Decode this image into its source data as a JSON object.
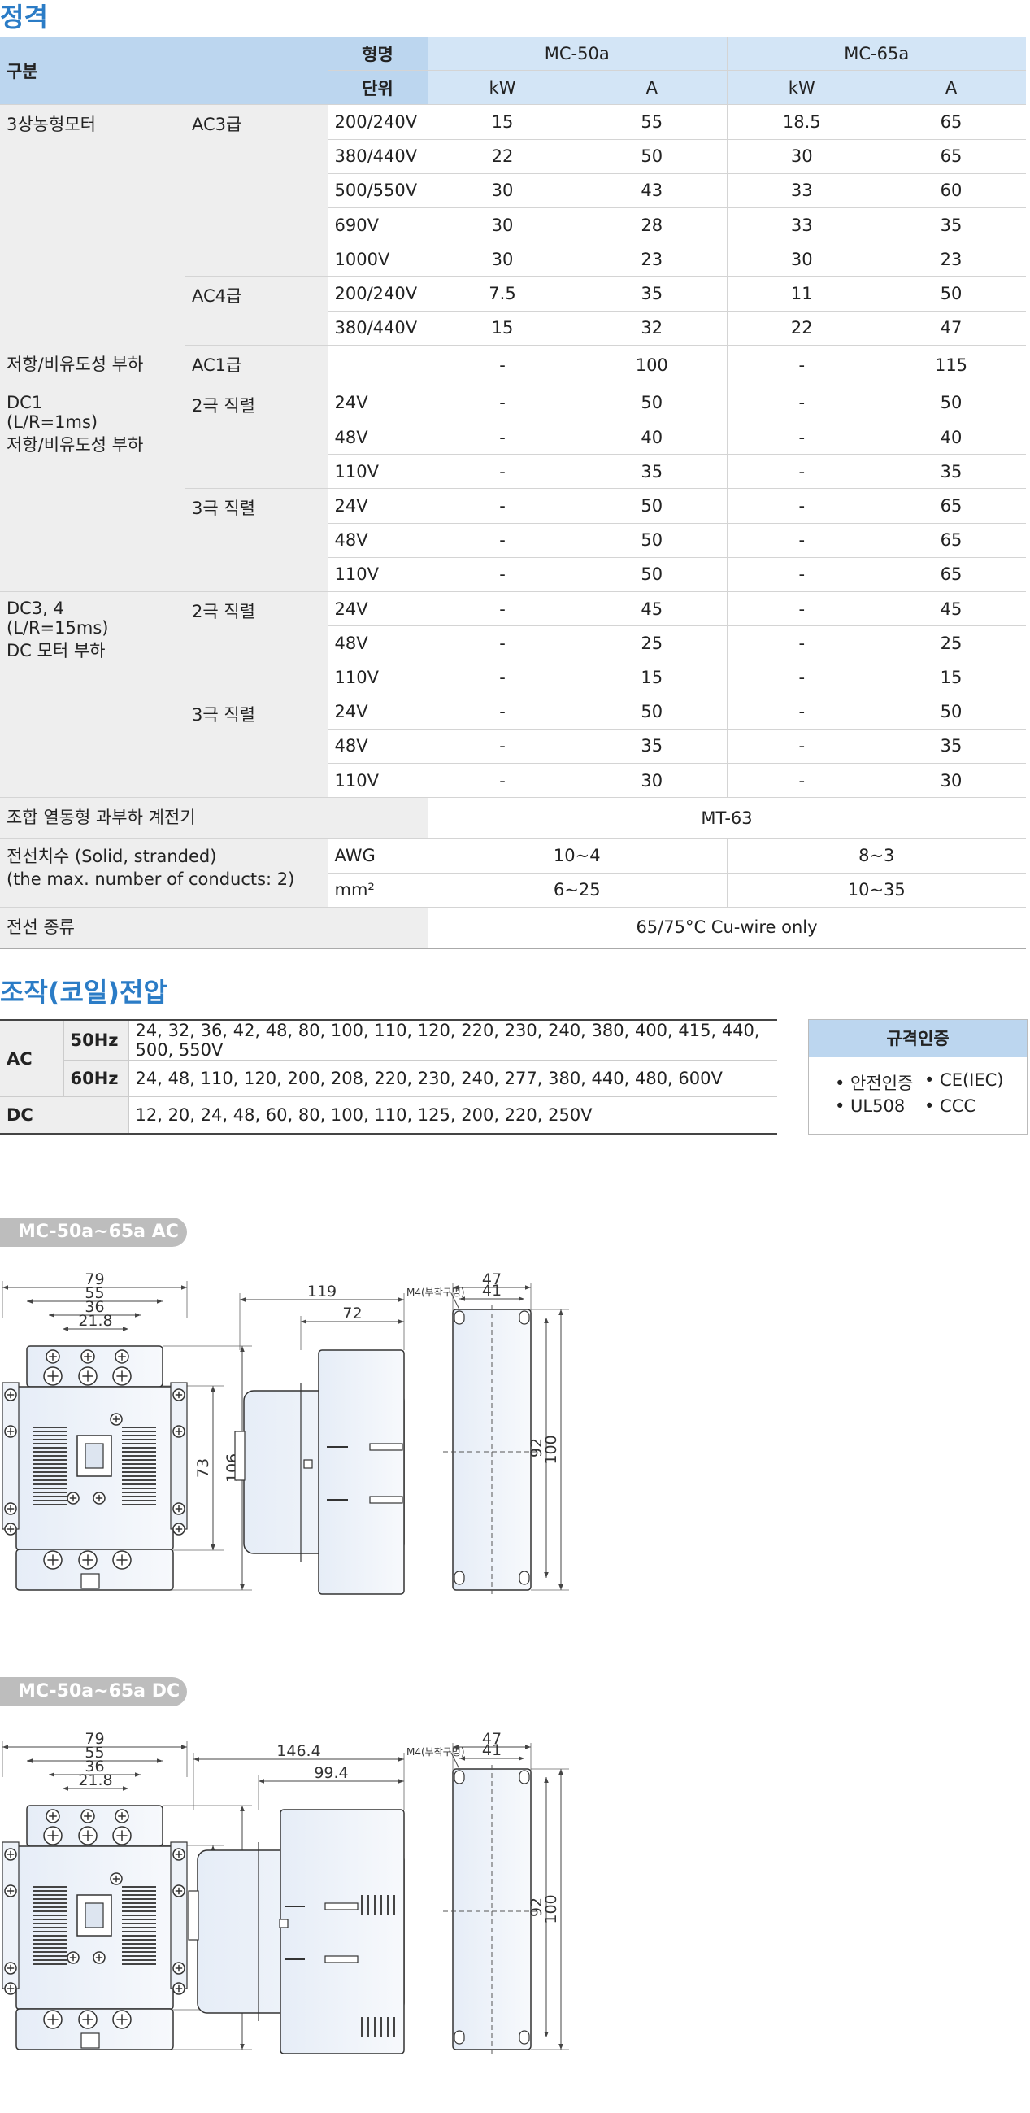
{
  "specs": {
    "title": "정격",
    "header": {
      "category": "구분",
      "model": "형명",
      "unit": "단위",
      "m1": "MC-50a",
      "m2": "MC-65a",
      "kw": "kW",
      "a": "A"
    },
    "rows": {
      "motor": "3상농형모터",
      "ac3": "AC3급",
      "ac4": "AC4급",
      "res": "저항/비유도성 부하",
      "ac1": "AC1급",
      "dc1": "DC1\n(L/R=1ms)\n저항/비유도성 부하",
      "dc34": "DC3, 4\n(L/R=15ms)\nDC 모터 부하",
      "p2": "2극 직렬",
      "p3": "3극 직렬",
      "relay": "조합 열동형 과부하 계전기",
      "relay_val": "MT-63",
      "wire": "전선치수 (Solid, stranded)\n(the max. number of conducts: 2)",
      "awg": "AWG",
      "mm": "mm²",
      "awg1": "10~4",
      "awg2": "8~3",
      "mm1": "6~25",
      "mm2": "10~35",
      "wtype": "전선 종류",
      "wtype_val": "65/75°C Cu-wire only"
    },
    "ac3": [
      [
        "200/240V",
        "15",
        "55",
        "18.5",
        "65"
      ],
      [
        "380/440V",
        "22",
        "50",
        "30",
        "65"
      ],
      [
        "500/550V",
        "30",
        "43",
        "33",
        "60"
      ],
      [
        "690V",
        "30",
        "28",
        "33",
        "35"
      ],
      [
        "1000V",
        "30",
        "23",
        "30",
        "23"
      ]
    ],
    "ac4": [
      [
        "200/240V",
        "7.5",
        "35",
        "11",
        "50"
      ],
      [
        "380/440V",
        "15",
        "32",
        "22",
        "47"
      ]
    ],
    "ac1": [
      "-",
      "100",
      "-",
      "115"
    ],
    "dc1_2": [
      [
        "24V",
        "-",
        "50",
        "-",
        "50"
      ],
      [
        "48V",
        "-",
        "40",
        "-",
        "40"
      ],
      [
        "110V",
        "-",
        "35",
        "-",
        "35"
      ]
    ],
    "dc1_3": [
      [
        "24V",
        "-",
        "50",
        "-",
        "65"
      ],
      [
        "48V",
        "-",
        "50",
        "-",
        "65"
      ],
      [
        "110V",
        "-",
        "50",
        "-",
        "65"
      ]
    ],
    "dc34_2": [
      [
        "24V",
        "-",
        "45",
        "-",
        "45"
      ],
      [
        "48V",
        "-",
        "25",
        "-",
        "25"
      ],
      [
        "110V",
        "-",
        "15",
        "-",
        "15"
      ]
    ],
    "dc34_3": [
      [
        "24V",
        "-",
        "50",
        "-",
        "50"
      ],
      [
        "48V",
        "-",
        "35",
        "-",
        "35"
      ],
      [
        "110V",
        "-",
        "30",
        "-",
        "30"
      ]
    ]
  },
  "coil": {
    "title": "조작(코일)전압",
    "ac": "AC",
    "dc": "DC",
    "hz50": "50Hz",
    "hz60": "60Hz",
    "v50": "24, 32, 36, 42, 48, 80, 100, 110, 120, 220, 230, 240, 380, 400, 415, 440, 500, 550V",
    "v60": "24, 48, 110, 120, 200, 208, 220, 230, 240, 277, 380, 440, 480, 600V",
    "vdc": "12, 20, 24, 48, 60, 80, 100, 110, 125, 200, 220, 250V"
  },
  "cert": {
    "title": "규격인증",
    "i1": "• 안전인증",
    "i2": "• CE(IEC)",
    "i3": "• UL508",
    "i4": "• CCC"
  },
  "drawings": {
    "ac_tag": "MC-50a~65a AC",
    "dc_tag": "MC-50a~65a DC",
    "d79": "79",
    "d55": "55",
    "d36": "36",
    "d218": "21.8",
    "d73": "73",
    "d106": "106",
    "d119": "119",
    "d72": "72",
    "d1464": "146.4",
    "d994": "99.4",
    "d47": "47",
    "d41": "41",
    "d92": "92",
    "d100": "100",
    "m4": "M4(부착구멍)"
  }
}
